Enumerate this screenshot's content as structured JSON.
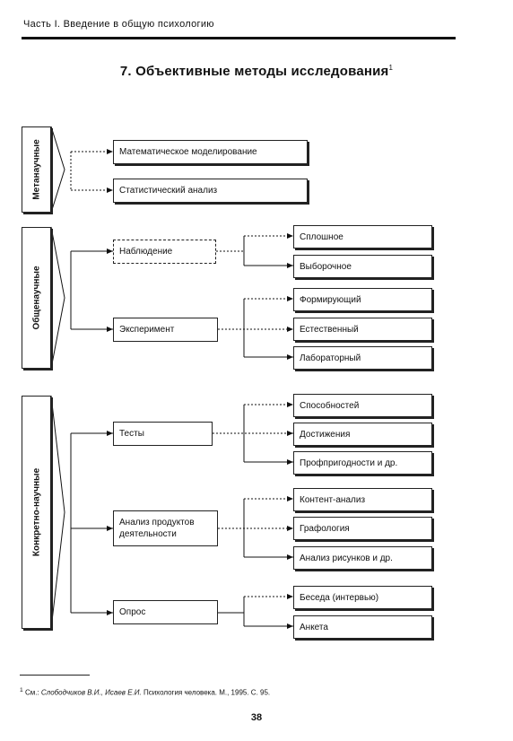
{
  "header": {
    "running_head": "Часть I. Введение в общую психологию"
  },
  "section": {
    "title": "7. Объективные методы исследования",
    "footnote_mark": "1"
  },
  "diagram": {
    "categories": [
      {
        "label": "Метанаучные",
        "methods": [
          {
            "label": "Математическое моделирование",
            "subtypes": []
          },
          {
            "label": "Статистический анализ",
            "subtypes": []
          }
        ]
      },
      {
        "label": "Общенаучные",
        "methods": [
          {
            "label": "Наблюдение",
            "subtypes": [
              "Сплошное",
              "Выборочное"
            ]
          },
          {
            "label": "Эксперимент",
            "subtypes": [
              "Формирующий",
              "Естественный",
              "Лабораторный"
            ]
          }
        ]
      },
      {
        "label": "Конкретно-научные",
        "methods": [
          {
            "label": "Тесты",
            "subtypes": [
              "Способностей",
              "Достижения",
              "Профпригодности и др."
            ]
          },
          {
            "label": "Анализ продуктов деятельности",
            "subtypes": [
              "Контент-анализ",
              "Графология",
              "Анализ рисунков и др."
            ]
          },
          {
            "label": "Опрос",
            "subtypes": [
              "Беседа (интервью)",
              "Анкета"
            ]
          }
        ]
      }
    ]
  },
  "footnote": {
    "mark": "1",
    "prefix": "См.:",
    "authors": "Слободчиков В.И., Исаев Е.И.",
    "text": "Психология человека. М., 1995. С. 95."
  },
  "page_number": "38"
}
